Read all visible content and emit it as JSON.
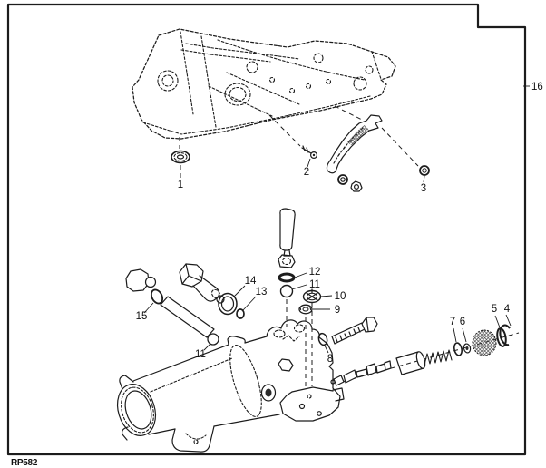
{
  "figure": {
    "code": "RP582",
    "callouts": [
      {
        "label": "1"
      },
      {
        "label": "2"
      },
      {
        "label": "3"
      },
      {
        "label": "4"
      },
      {
        "label": "5"
      },
      {
        "label": "6"
      },
      {
        "label": "7"
      },
      {
        "label": "8"
      },
      {
        "label": "9"
      },
      {
        "label": "10"
      },
      {
        "label": "11"
      },
      {
        "label": "12"
      },
      {
        "label": "13"
      },
      {
        "label": "14"
      },
      {
        "label": "15"
      },
      {
        "label": "16"
      },
      {
        "label": "11"
      }
    ]
  },
  "colors": {
    "background": "#ffffff",
    "ink": "#1c1c1c"
  }
}
